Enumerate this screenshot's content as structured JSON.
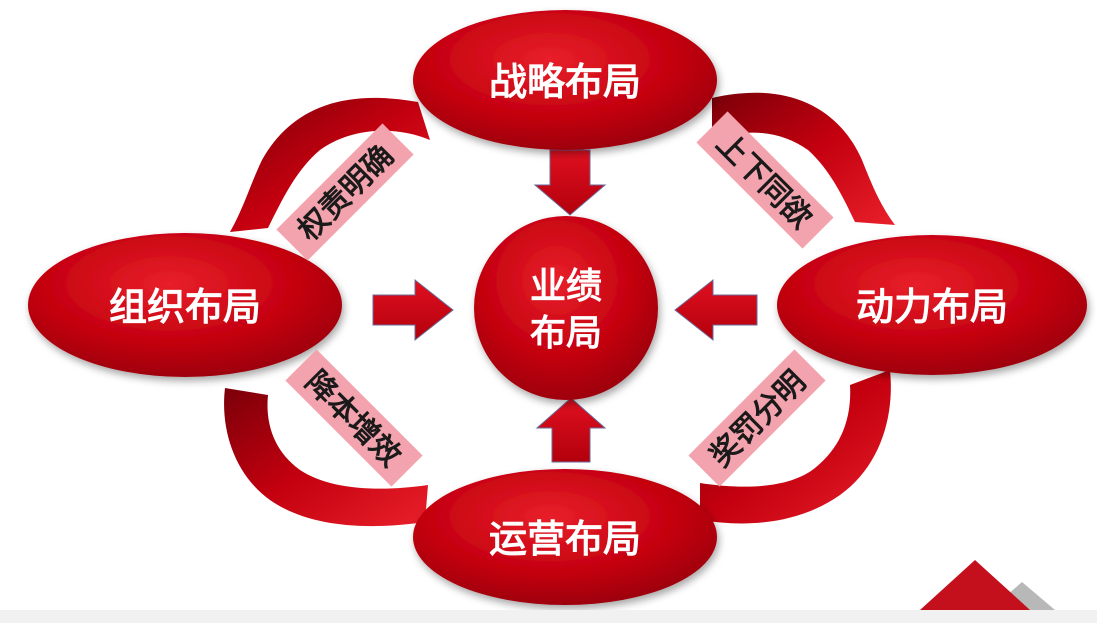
{
  "center": {
    "line1": "业绩",
    "line2": "布局"
  },
  "nodes": {
    "top": "战略布局",
    "left": "组织布局",
    "right": "动力布局",
    "bottom": "运营布局"
  },
  "tags": {
    "top_left": "权责明确",
    "top_right": "上下同欲",
    "bottom_left": "降本增效",
    "bottom_right": "奖罚分明"
  },
  "colors": {
    "red": "#c4000f",
    "red_dark": "#8c000a",
    "tag_bg": "#f3a3ad",
    "gray": "#b8b8b8"
  }
}
